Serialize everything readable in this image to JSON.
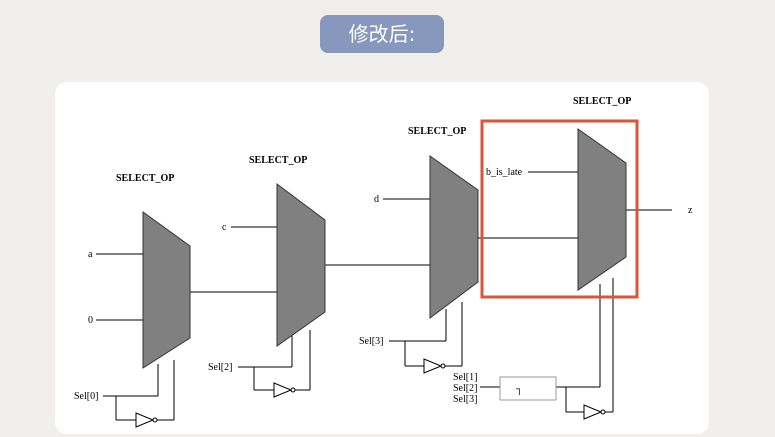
{
  "header": {
    "title": "修改后:"
  },
  "colors": {
    "pill": "#8797bd",
    "mux_fill": "#808080",
    "highlight": "#d9553b",
    "background": "#f1efec"
  },
  "diagram": {
    "mux_label": "SELECT_OP",
    "inputs": {
      "a": "a",
      "zero": "0",
      "c": "c",
      "d": "d",
      "b_is_late": "b_is_late"
    },
    "output": "z",
    "selects": {
      "s0": "Sel[0]",
      "s2": "Sel[2]",
      "s3": "Sel[3]",
      "s1_stack": "Sel[1]",
      "s2_stack": "Sel[2]",
      "s3_stack": "Sel[3]"
    },
    "gate_symbol": "┐"
  }
}
